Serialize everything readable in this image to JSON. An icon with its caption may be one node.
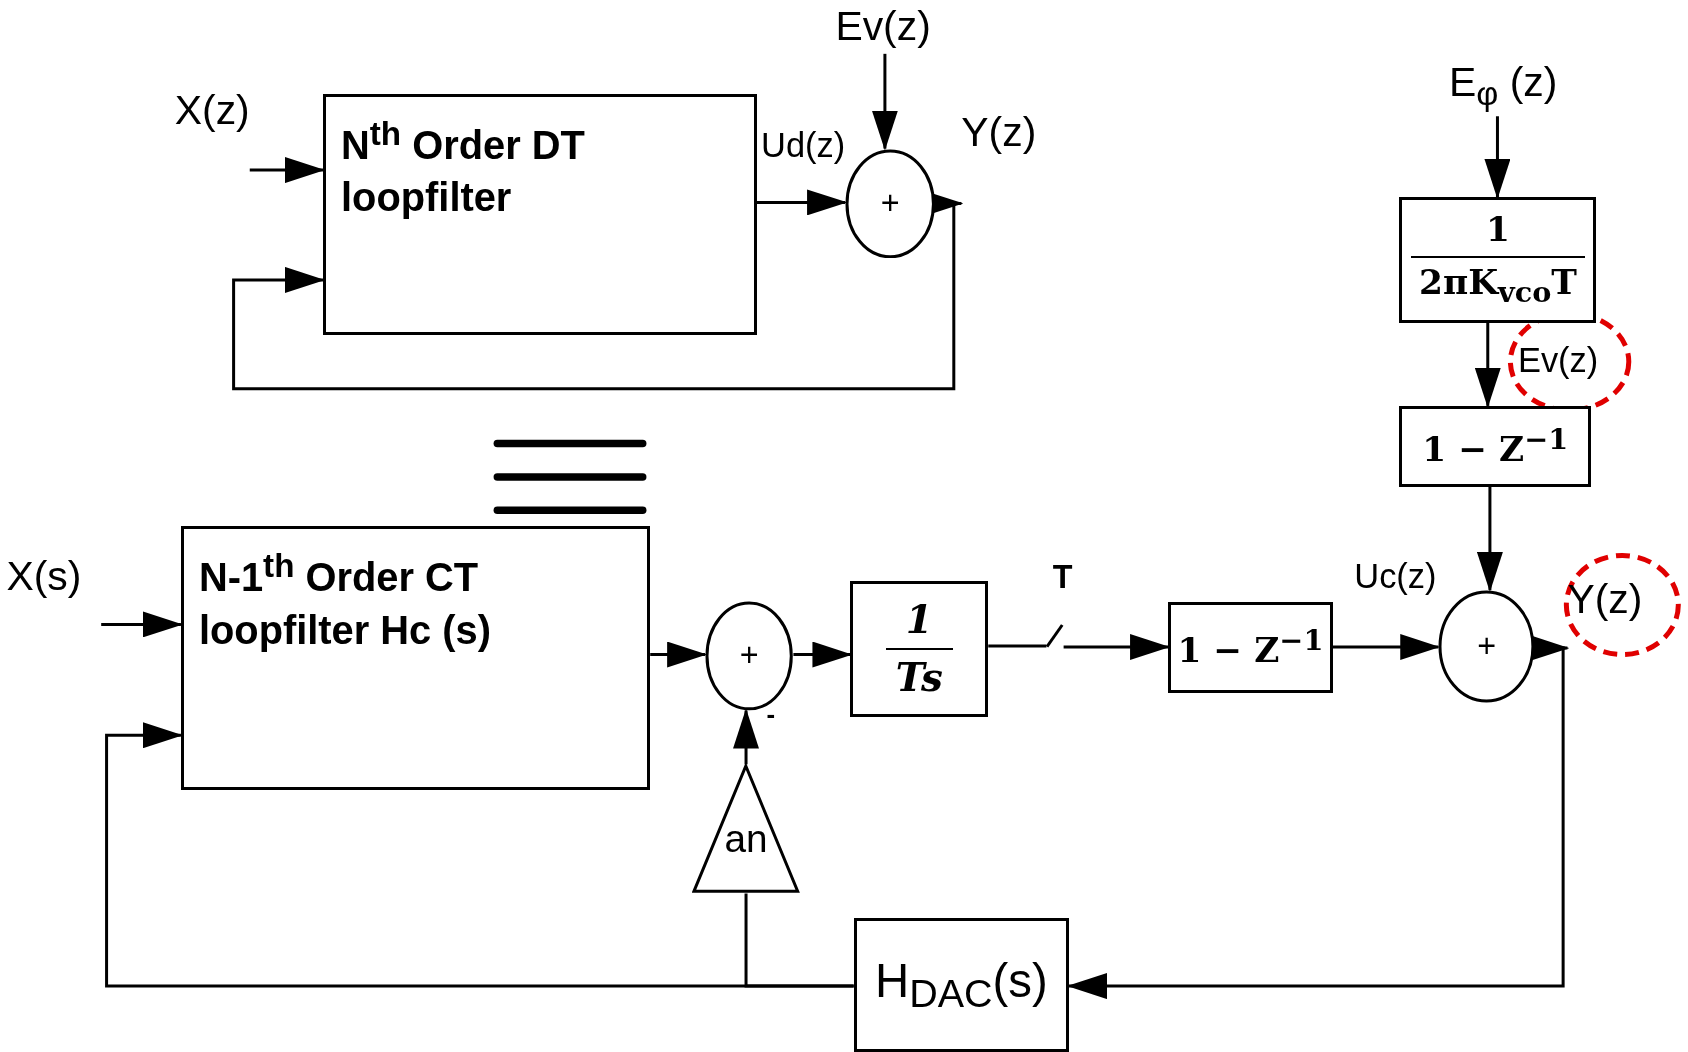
{
  "diagram": {
    "nodes": [
      {
        "text": [
          "X(z)"
        ]
      },
      {
        "text": [
          "N$^{th}$ Order DT loopfilter"
        ]
      },
      {
        "text": [
          "+"
        ]
      },
      {
        "text": [
          "Ev(z)"
        ]
      },
      {
        "text": [
          "Y(z)"
        ]
      },
      {
        "text": [
          "E$_{φ}$ (z)"
        ]
      },
      {
        "text": [
          "1",
          "2πK$_{vco}$T"
        ]
      },
      {
        "text": [
          "1 − Z$^{−1}$"
        ]
      },
      {
        "text": [
          "X(s)"
        ]
      },
      {
        "text": [
          "N-1$^{th}$ Order CT loopfilter Hc  (s)"
        ]
      },
      {
        "text": [
          "+"
        ],
        "beside": [
          "-"
        ]
      },
      {
        "text": [
          "an"
        ]
      },
      {
        "text": [
          "1",
          "Ts"
        ]
      },
      {
        "text": [],
        "shape": "switch",
        "beside": [
          "T"
        ]
      },
      {
        "text": [
          "1 − Z$^{−1}$"
        ]
      },
      {
        "text": [
          "+"
        ]
      },
      {
        "text": [
          "Y(z)"
        ]
      },
      {
        "text": [
          "H$_{DAC}$(s)"
        ]
      }
    ],
    "edges": [
      {
        "from": 0,
        "to": 1,
        "arrow": "to"
      },
      {
        "from": 1,
        "to": 2,
        "arrow": "to",
        "label": "Ud(z)"
      },
      {
        "from": 3,
        "to": 2,
        "arrow": "to"
      },
      {
        "from": 2,
        "to": 4,
        "arrow": "to"
      },
      {
        "from": 2,
        "to": 1,
        "arrow": "to"
      },
      {
        "from": 5,
        "to": 6,
        "arrow": "to"
      },
      {
        "from": 6,
        "to": 7,
        "arrow": "to",
        "label": "Ev(z)"
      },
      {
        "from": 7,
        "to": 15,
        "arrow": "to"
      },
      {
        "from": 8,
        "to": 9,
        "arrow": "to"
      },
      {
        "from": 9,
        "to": 10,
        "arrow": "to"
      },
      {
        "from": 11,
        "to": 10,
        "arrow": "to"
      },
      {
        "from": 10,
        "to": 12,
        "arrow": "to"
      },
      {
        "from": 12,
        "to": 13,
        "arrow": "none"
      },
      {
        "from": 13,
        "to": 14,
        "arrow": "to"
      },
      {
        "from": 14,
        "to": 15,
        "arrow": "to",
        "label": "Uc(z)"
      },
      {
        "from": 15,
        "to": 16,
        "arrow": "to"
      },
      {
        "from": 15,
        "to": 17,
        "arrow": "to"
      },
      {
        "from": 17,
        "to": 9,
        "arrow": "to"
      },
      {
        "from": 17,
        "to": 11,
        "arrow": "none"
      }
    ]
  }
}
